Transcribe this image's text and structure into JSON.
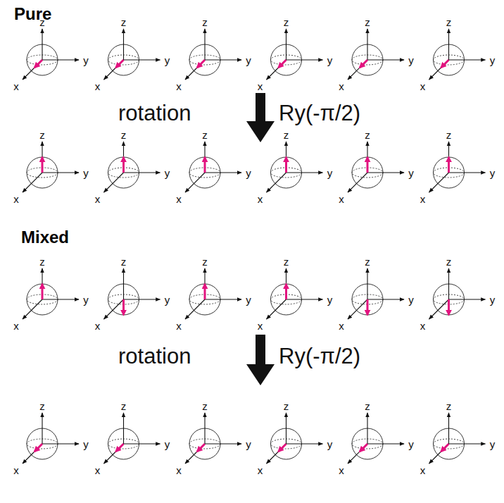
{
  "diagram": {
    "labels": [
      "Pure",
      "z",
      "y",
      "x",
      "z",
      "y",
      "x",
      "z",
      "y",
      "x",
      "z",
      "y",
      "x",
      "z",
      "y",
      "x",
      "z",
      "y",
      "x",
      "rotation",
      "Ry(-π/2)",
      "z",
      "y",
      "x",
      "z",
      "y",
      "x",
      "z",
      "y",
      "x",
      "z",
      "y",
      "x",
      "z",
      "y",
      "x",
      "z",
      "y",
      "x",
      "Mixed",
      "z",
      "y",
      "x",
      "z",
      "y",
      "x",
      "z",
      "y",
      "x",
      "z",
      "y",
      "x",
      "z",
      "y",
      "x",
      "z",
      "y",
      "x",
      "rotation",
      "Ry(-π/2)",
      "z",
      "y",
      "x",
      "z",
      "y",
      "x",
      "z",
      "y",
      "x",
      "z",
      "y",
      "x",
      "z",
      "y",
      "x",
      "z",
      "y",
      "x"
    ]
  }
}
